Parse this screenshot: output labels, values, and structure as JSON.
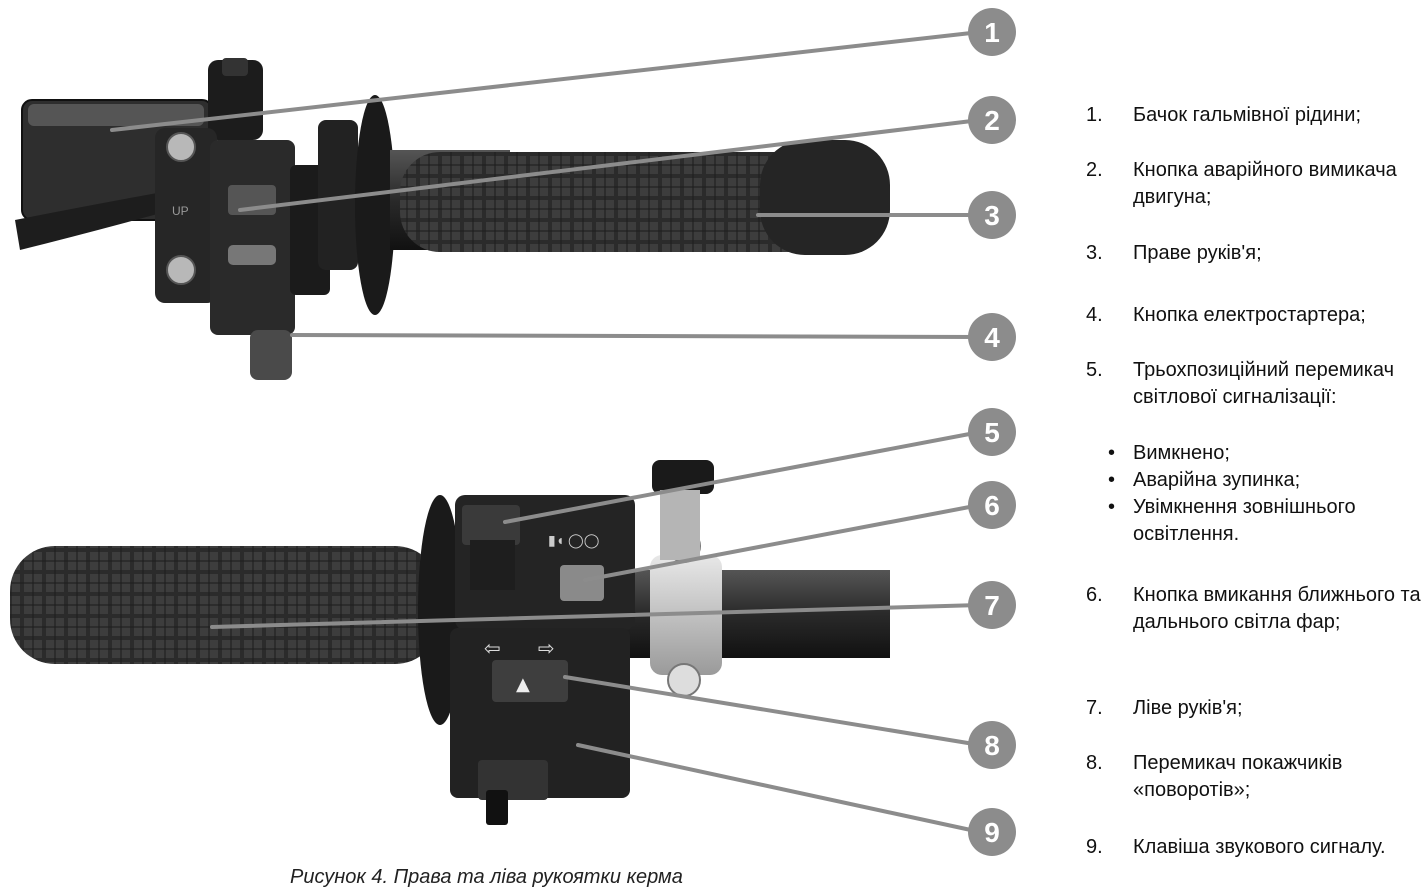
{
  "caption": "Рисунок 4. Права та ліва рукоятки керма",
  "callouts": [
    "1",
    "2",
    "3",
    "4",
    "5",
    "6",
    "7",
    "8",
    "9"
  ],
  "items": [
    {
      "num": "1.",
      "text": "Бачок гальмівної рідини;"
    },
    {
      "num": "2.",
      "text": "Кнопка аварійного вимикача двигуна;"
    },
    {
      "num": "3.",
      "text": "Праве руків'я;"
    },
    {
      "num": "4.",
      "text": "Кнопка електростартера;"
    },
    {
      "num": "5.",
      "text": "Трьохпозиційний перемикач світлової сигналізації:"
    },
    {
      "num": "6.",
      "text": "Кнопка вмикання ближнього та дальнього світла фар;"
    },
    {
      "num": "7.",
      "text": "Ліве руків'я;"
    },
    {
      "num": "8.",
      "text": "Перемикач покажчиків «поворотів»;"
    },
    {
      "num": "9.",
      "text": "Клавіша звукового сигналу."
    }
  ],
  "sub_items": [
    {
      "dot": "•",
      "text": "Вимкнено;"
    },
    {
      "dot": "•",
      "text": "Аварійна зупинка;"
    },
    {
      "dot": "•",
      "text": "Увімкнення зовнішнього освітлення."
    }
  ]
}
